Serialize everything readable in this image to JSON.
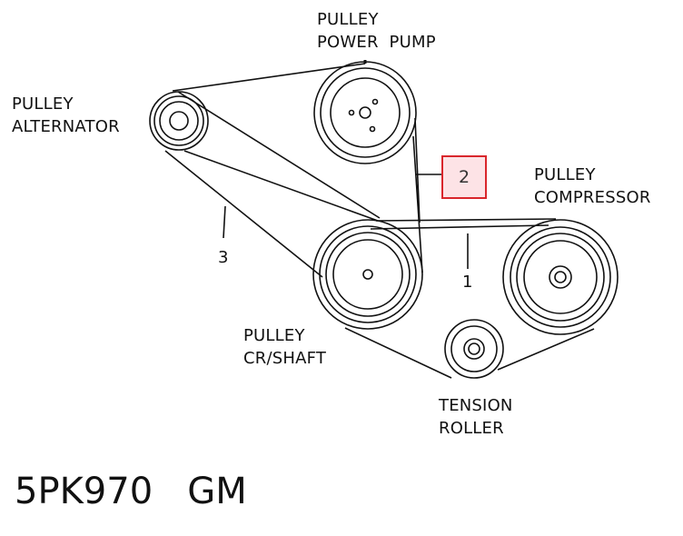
{
  "labels": {
    "power_pump": [
      "PULLEY",
      "POWER  PUMP"
    ],
    "alternator": [
      "PULLEY",
      "ALTERNATOR"
    ],
    "compressor": [
      "PULLEY",
      "COMPRESSOR"
    ],
    "crankshaft": [
      "PULLEY",
      "CR/SHAFT"
    ],
    "tension_roller": [
      "TENSION",
      "ROLLER"
    ]
  },
  "belt_numbers": {
    "belt_1": "1",
    "belt_2": "2",
    "belt_3": "3"
  },
  "part_code": "5PK970   GM",
  "colors": {
    "line": "#111111",
    "highlight_border": "#d9262c",
    "highlight_fill": "#fde3e6"
  }
}
